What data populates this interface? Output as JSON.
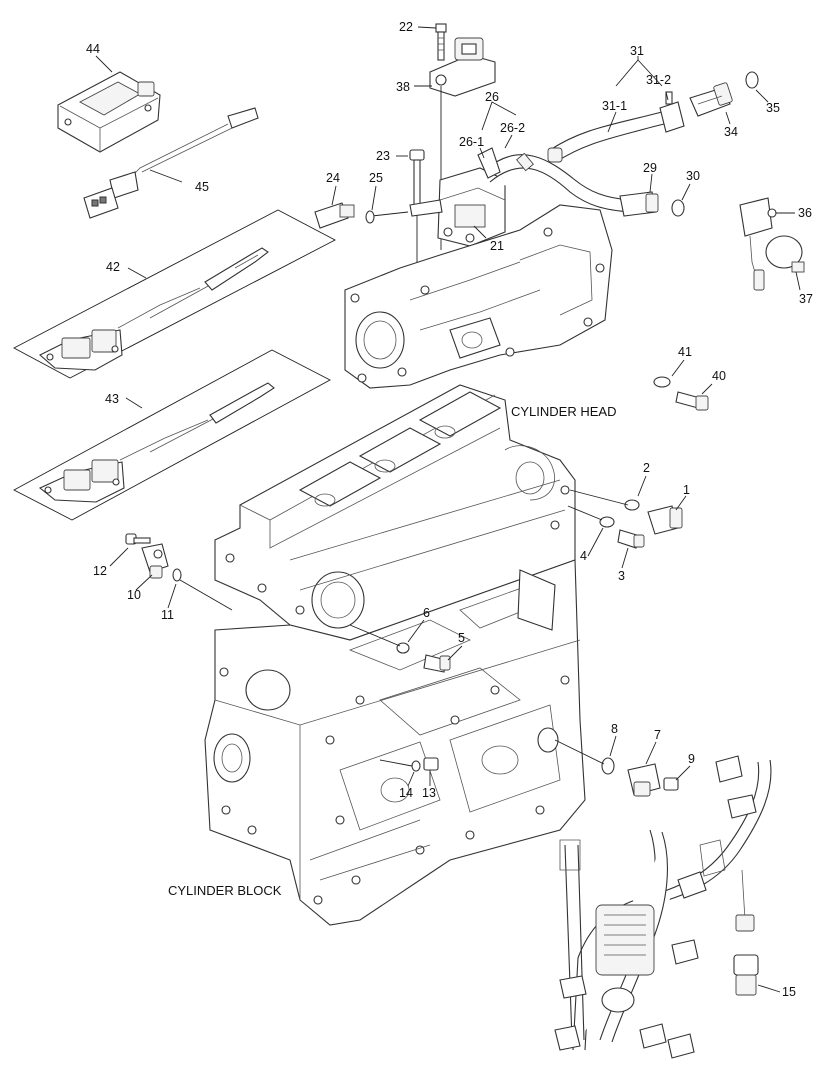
{
  "captions": {
    "cylinder_head": "CYLINDER HEAD",
    "cylinder_block": "CYLINDER BLOCK"
  },
  "callouts": [
    {
      "id": "c22",
      "text": "22"
    },
    {
      "id": "c44",
      "text": "44"
    },
    {
      "id": "c38",
      "text": "38"
    },
    {
      "id": "c31",
      "text": "31"
    },
    {
      "id": "c31-2",
      "text": "31-2"
    },
    {
      "id": "c35",
      "text": "35"
    },
    {
      "id": "c26",
      "text": "26"
    },
    {
      "id": "c31-1",
      "text": "31-1"
    },
    {
      "id": "c34",
      "text": "34"
    },
    {
      "id": "c26-1",
      "text": "26-1"
    },
    {
      "id": "c26-2",
      "text": "26-2"
    },
    {
      "id": "c23",
      "text": "23"
    },
    {
      "id": "c29",
      "text": "29"
    },
    {
      "id": "c30",
      "text": "30"
    },
    {
      "id": "c45",
      "text": "45"
    },
    {
      "id": "c24",
      "text": "24"
    },
    {
      "id": "c25",
      "text": "25"
    },
    {
      "id": "c36",
      "text": "36"
    },
    {
      "id": "c21",
      "text": "21"
    },
    {
      "id": "c42",
      "text": "42"
    },
    {
      "id": "c37",
      "text": "37"
    },
    {
      "id": "c41",
      "text": "41"
    },
    {
      "id": "c40",
      "text": "40"
    },
    {
      "id": "c43",
      "text": "43"
    },
    {
      "id": "c2",
      "text": "2"
    },
    {
      "id": "c1",
      "text": "1"
    },
    {
      "id": "c4",
      "text": "4"
    },
    {
      "id": "c3",
      "text": "3"
    },
    {
      "id": "c12",
      "text": "12"
    },
    {
      "id": "c10",
      "text": "10"
    },
    {
      "id": "c11",
      "text": "11"
    },
    {
      "id": "c6",
      "text": "6"
    },
    {
      "id": "c5",
      "text": "5"
    },
    {
      "id": "c8",
      "text": "8"
    },
    {
      "id": "c7",
      "text": "7"
    },
    {
      "id": "c9",
      "text": "9"
    },
    {
      "id": "c14",
      "text": "14"
    },
    {
      "id": "c13",
      "text": "13"
    },
    {
      "id": "c15",
      "text": "15"
    }
  ]
}
